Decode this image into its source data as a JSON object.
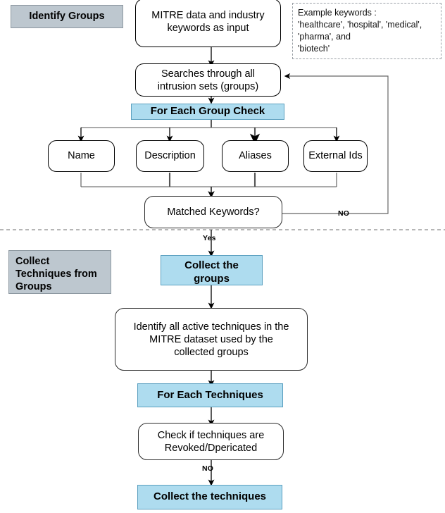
{
  "diagram": {
    "title": "MITRE group and technique collection flow",
    "colors": {
      "blue_fill": "#aedcef",
      "blue_border": "#5a9fbf",
      "gray_fill": "#bdc7cf",
      "gray_border": "#8d98a1",
      "node_border": "#000000",
      "connector": "#555555",
      "arrow": "#000000",
      "divider": "#8a8a8a",
      "note_border": "#9aa0a6",
      "background": "#ffffff"
    },
    "phases": [
      {
        "id": "phase-identify-groups",
        "label": "Identify Groups"
      },
      {
        "id": "phase-collect-techniques",
        "label": "Collect\nTechniques from\nGroups",
        "lines": [
          "Collect",
          "Techniques from",
          "Groups"
        ]
      }
    ],
    "note": {
      "id": "example-keywords-note",
      "lines": [
        "Example keywords :",
        "'healthcare', 'hospital', 'medical',",
        "'pharma', and",
        "'biotech'"
      ]
    },
    "nodes": {
      "input": {
        "label": "MITRE data and industry keywords as input",
        "lines": [
          "MITRE data and industry",
          "keywords as input"
        ],
        "shape": "rounded",
        "fill": "white"
      },
      "search": {
        "label": "Searches through all intrusion sets (groups)",
        "lines": [
          "Searches through all",
          "intrusion sets (groups)"
        ],
        "shape": "rounded",
        "fill": "white"
      },
      "for_each_group": {
        "label": "For Each Group Check",
        "shape": "rect",
        "fill": "blue"
      },
      "check_name": {
        "label": "Name",
        "shape": "rounded",
        "fill": "white"
      },
      "check_description": {
        "label": "Description",
        "shape": "rounded",
        "fill": "white"
      },
      "check_aliases": {
        "label": "Aliases",
        "shape": "rounded",
        "fill": "white"
      },
      "check_external_ids": {
        "label": "External Ids",
        "shape": "rounded",
        "fill": "white"
      },
      "matched_keywords": {
        "label": "Matched Keywords?",
        "shape": "rounded",
        "fill": "white"
      },
      "collect_groups": {
        "label": "Collect the groups",
        "lines": [
          "Collect the",
          "groups"
        ],
        "shape": "rect",
        "fill": "blue"
      },
      "identify_techniques": {
        "label": "Identify all active techniques in the MITRE dataset used by the collected groups",
        "lines": [
          "Identify all active techniques in the",
          "MITRE dataset used by the",
          "collected groups"
        ],
        "shape": "rounded",
        "fill": "white"
      },
      "for_each_technique": {
        "label": "For Each Techniques",
        "shape": "rect",
        "fill": "blue"
      },
      "check_revoked": {
        "label": "Check if techniques are Revoked/Dpericated",
        "lines": [
          "Check if techniques are",
          "Revoked/Dpericated"
        ],
        "shape": "rounded",
        "fill": "white"
      },
      "collect_techniques": {
        "label": "Collect the techniques",
        "shape": "rect",
        "fill": "blue"
      }
    },
    "edge_labels": {
      "no_loop": "NO",
      "yes": "Yes",
      "no_revoked": "NO"
    }
  }
}
